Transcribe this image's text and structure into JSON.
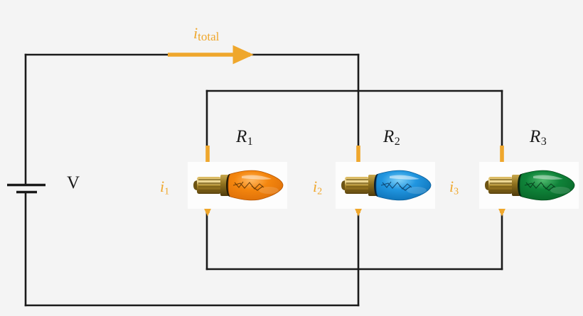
{
  "diagram": {
    "title_text": "",
    "type": "electrical-circuit-schematic",
    "description": "Parallel circuit: a voltage source V drives three resistive light bulbs R1, R2, R3 connected in parallel; branch currents i1, i2, i3 sum to i_total.",
    "background_color": "#f4f4f4",
    "wire_color": "#1a1a1a",
    "current_color": "#efa72c",
    "label_color": "#1a1a1a"
  },
  "source": {
    "symbol_name": "battery-cell",
    "voltage_label": "V"
  },
  "currents": {
    "total": {
      "base": "i",
      "subscript": "total",
      "direction": "right",
      "position": "top-wire"
    },
    "branches": [
      {
        "base": "i",
        "subscript": "1",
        "direction": "down",
        "branch": "R1"
      },
      {
        "base": "i",
        "subscript": "2",
        "direction": "down",
        "branch": "R2"
      },
      {
        "base": "i",
        "subscript": "3",
        "direction": "down",
        "branch": "R3"
      }
    ]
  },
  "resistors": [
    {
      "label_base": "R",
      "label_sub": "1",
      "component": "light-bulb",
      "bulb_color": "#f07d0a",
      "bulb_color_dark": "#c65c00",
      "bulb_color_light": "#ffa445"
    },
    {
      "label_base": "R",
      "label_sub": "2",
      "component": "light-bulb",
      "bulb_color": "#1e8fd6",
      "bulb_color_dark": "#0d6aa8",
      "bulb_color_light": "#5fc0f2"
    },
    {
      "label_base": "R",
      "label_sub": "3",
      "component": "light-bulb",
      "bulb_color": "#0f7a36",
      "bulb_color_dark": "#07551f",
      "bulb_color_light": "#3fa860"
    }
  ]
}
